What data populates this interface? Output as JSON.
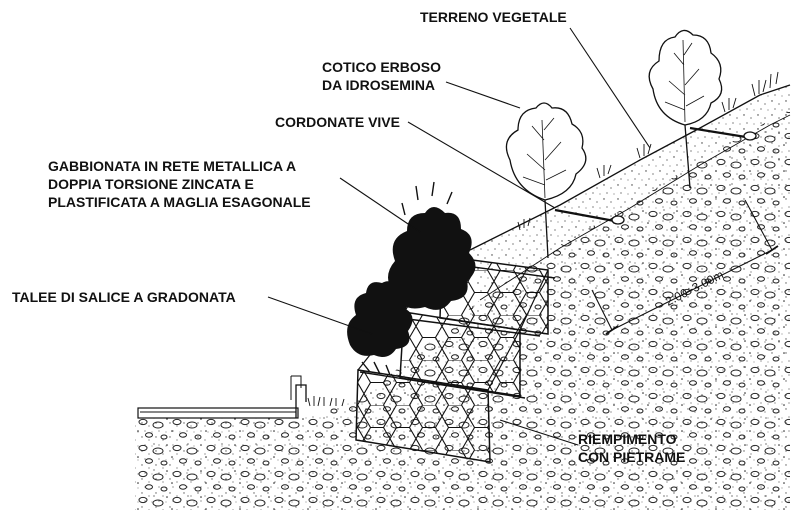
{
  "labels": {
    "terreno": "TERRENO VEGETALE",
    "cotico_1": "COTICO ERBOSO",
    "cotico_2": "DA IDROSEMINA",
    "cordonate": "CORDONATE VIVE",
    "gabbionata_1": "GABBIONATA IN RETE METALLICA A",
    "gabbionata_2": "DOPPIA TORSIONE ZINCATA E",
    "gabbionata_3": "PLASTIFICATA A MAGLIA ESAGONALE",
    "talee": "TALEE DI SALICE A GRADONATA",
    "riempimento_1": "RIEMPIMENTO",
    "riempimento_2": "CON PIETRAME",
    "dimension": "2.00÷3.00m"
  }
}
